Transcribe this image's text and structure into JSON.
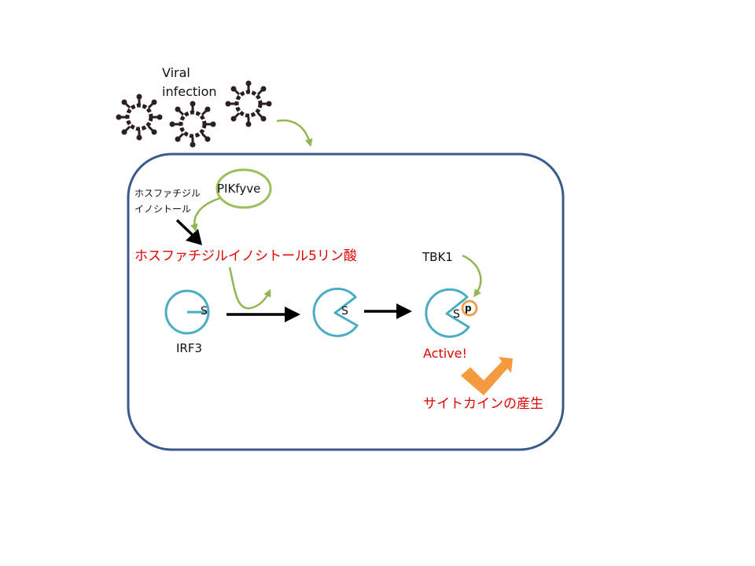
{
  "labels": {
    "viral_line1": "Viral",
    "viral_line2": "infection",
    "pi_line1": "ホスファチジル",
    "pi_line2": "イノシトール",
    "pikfyve": "PIKfyve",
    "pi5p": "ホスファチジルイノシトール5リン酸",
    "tbk1": "TBK1",
    "s_inactive": "S",
    "s_middle": "S",
    "s_active": "S",
    "phospho": "p",
    "irf3": "IRF3",
    "active": "Active!",
    "cytokine": "サイトカインの産生"
  },
  "colors": {
    "cell_border": "#3a5a8c",
    "virus": "#2b1f1f",
    "irf3": "#4aaec2",
    "green_arrow": "#94b553",
    "pikfyve_border": "#9cbf5a",
    "red_text": "#e00000",
    "phospho_ring": "#f0a050",
    "orange_check": "#f59a3e",
    "black_arrow": "#000000"
  },
  "icons": {
    "virus": "virus-icon",
    "check": "checkmark-icon"
  }
}
